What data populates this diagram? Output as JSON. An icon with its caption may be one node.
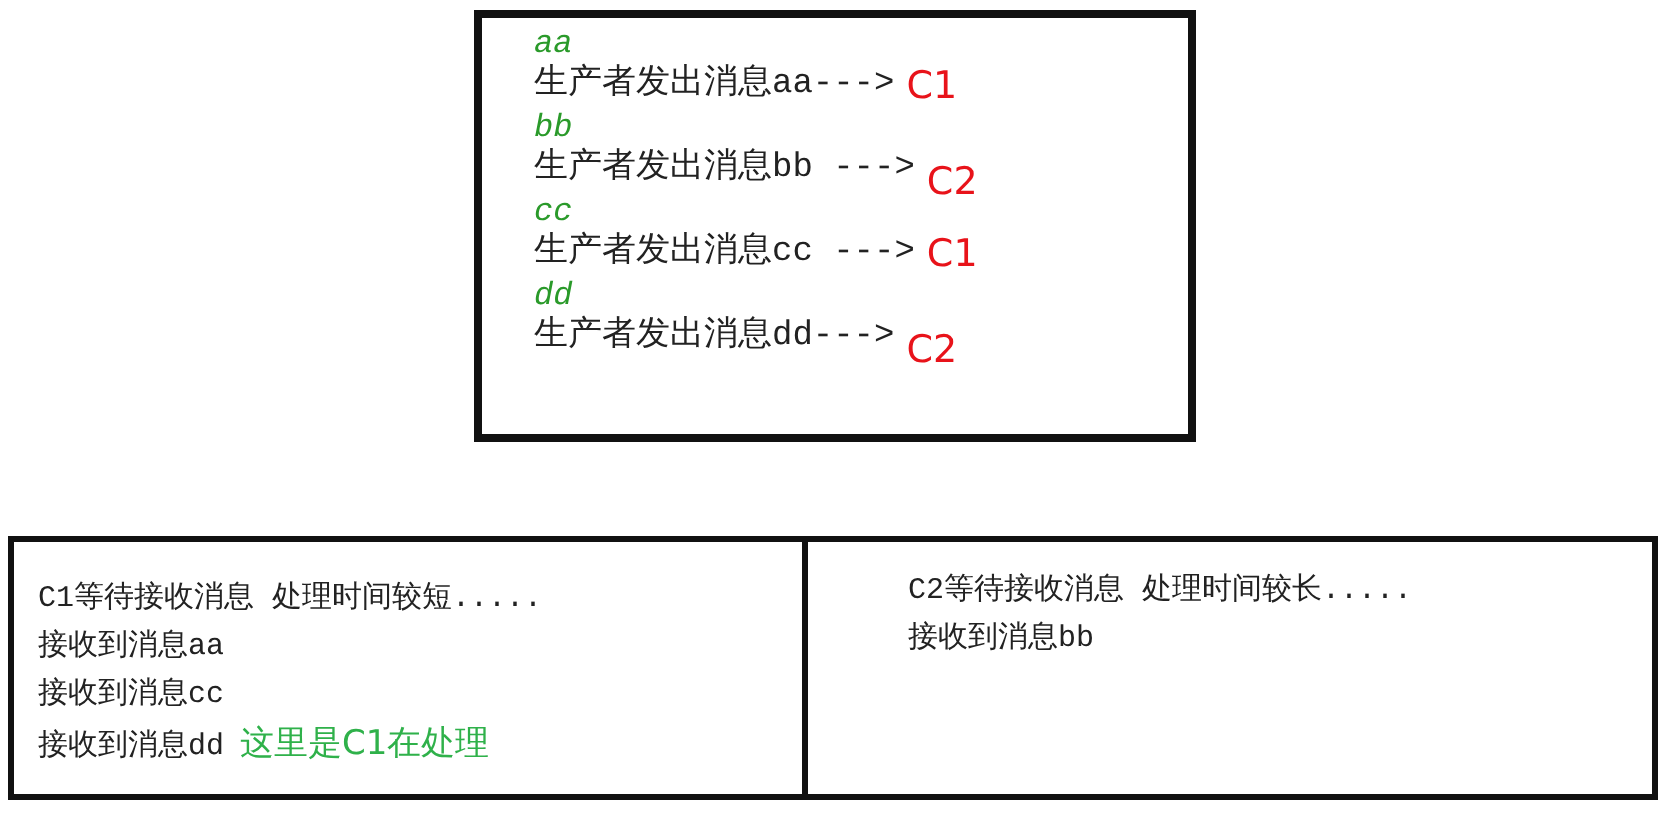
{
  "diagram": {
    "nodes": [
      {
        "text": [
          "aa",
          "生产者发出消息aa--->",
          "C1",
          "bb",
          "生产者发出消息bb --->",
          "C2",
          "cc",
          "生产者发出消息cc --->",
          "C1",
          "dd",
          "生产者发出消息dd--->",
          "C2"
        ]
      },
      {
        "text": [
          "C1等待接收消息 处理时间较短.....",
          "接收到消息aa",
          "接收到消息cc",
          "接收到消息dd",
          "这里是C1在处理"
        ]
      },
      {
        "text": [
          "C2等待接收消息 处理时间较长.....",
          "接收到消息bb"
        ]
      }
    ]
  }
}
